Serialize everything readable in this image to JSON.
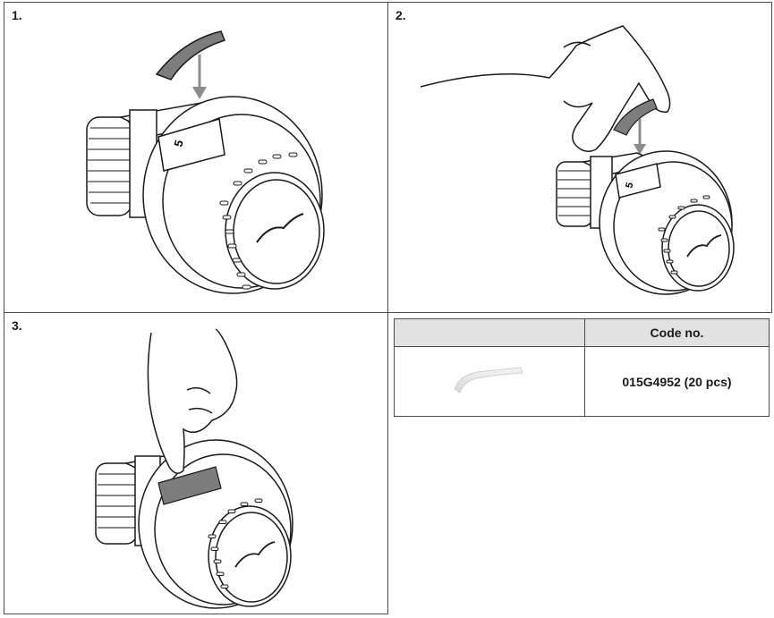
{
  "steps": [
    {
      "number": "1.",
      "dial_digit": "5"
    },
    {
      "number": "2.",
      "dial_digit": "5"
    },
    {
      "number": "3."
    }
  ],
  "table": {
    "headers": [
      "",
      "Code no."
    ],
    "rows": [
      {
        "code": "015G4952 (20 pcs)"
      }
    ]
  },
  "colors": {
    "outline": "#1a1a1a",
    "clip": "#7d7d7d",
    "arrow": "#8c8c8c",
    "header_bg": "#e2e2e2"
  },
  "icons": [
    "thermostat-head",
    "clip-strip",
    "down-arrow",
    "hand"
  ]
}
